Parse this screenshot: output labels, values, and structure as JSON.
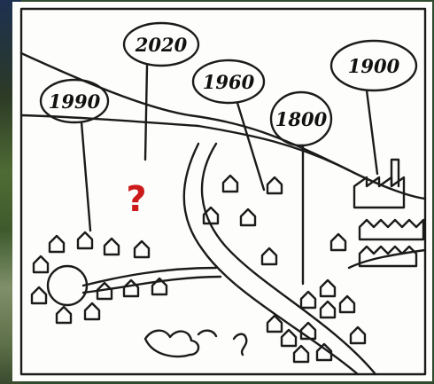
{
  "labels": {
    "year_2020": "2020",
    "year_1990": "1990",
    "year_1960": "1960",
    "year_1800": "1800",
    "year_1900": "1900",
    "unknown_future": "?"
  },
  "colors": {
    "ink": "#1b1b1b",
    "paper": "#fdfdfb",
    "question_mark": "#cc1a1a"
  },
  "icons": [
    "house-icon",
    "factory-icon",
    "pond-icon",
    "cloud-bushes-icon"
  ]
}
